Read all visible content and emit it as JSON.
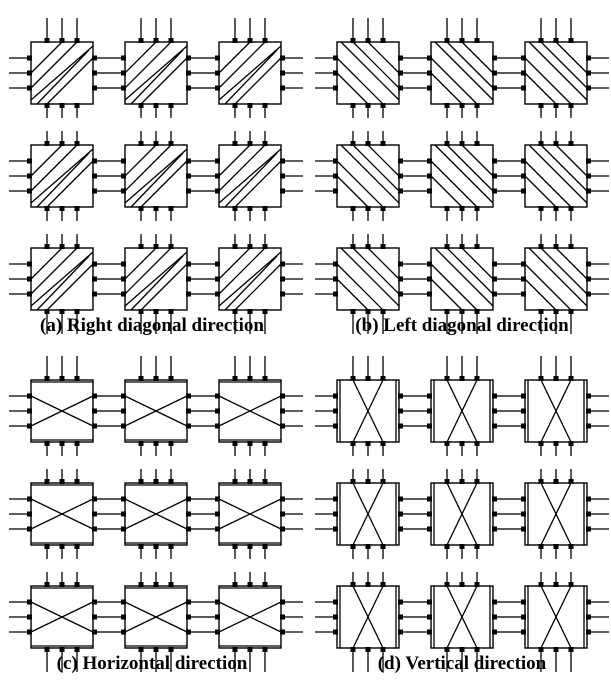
{
  "figure": {
    "panels": [
      {
        "id": "a",
        "caption": "(a) Right diagonal direction",
        "pattern": "right-diagonal"
      },
      {
        "id": "b",
        "caption": "(b) Left diagonal direction",
        "pattern": "left-diagonal"
      },
      {
        "id": "c",
        "caption": "(c) Horizontal direction",
        "pattern": "horizontal"
      },
      {
        "id": "d",
        "caption": "(d) Vertical direction",
        "pattern": "vertical"
      }
    ],
    "grid": {
      "rows": 3,
      "cols": 3,
      "terminals_per_side": 3
    },
    "colors": {
      "line": "#000000",
      "background": "#ffffff"
    }
  }
}
